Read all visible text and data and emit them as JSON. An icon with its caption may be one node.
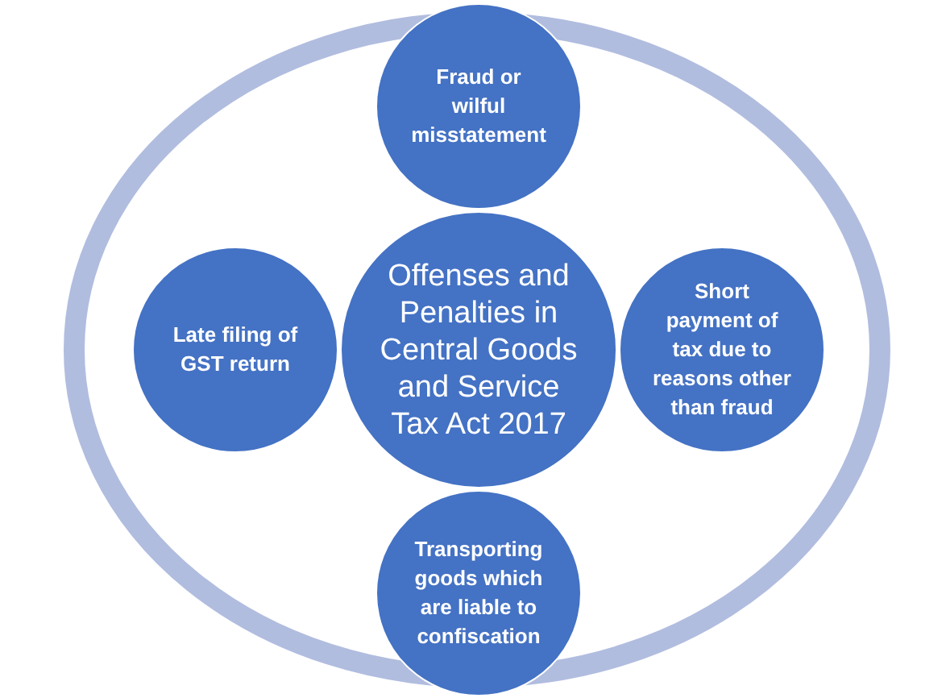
{
  "diagram": {
    "nodes": [
      {
        "text": [
          "Fraud or wilful misstatement"
        ]
      },
      {
        "text": [
          "Late filing of GST return"
        ]
      },
      {
        "text": [
          "Offenses and Penalties in Central Goods and Service Tax Act 2017"
        ]
      },
      {
        "text": [
          "Short payment of tax due to reasons other than fraud"
        ]
      },
      {
        "text": [
          "Transporting goods which are liable to confiscation"
        ]
      }
    ]
  }
}
